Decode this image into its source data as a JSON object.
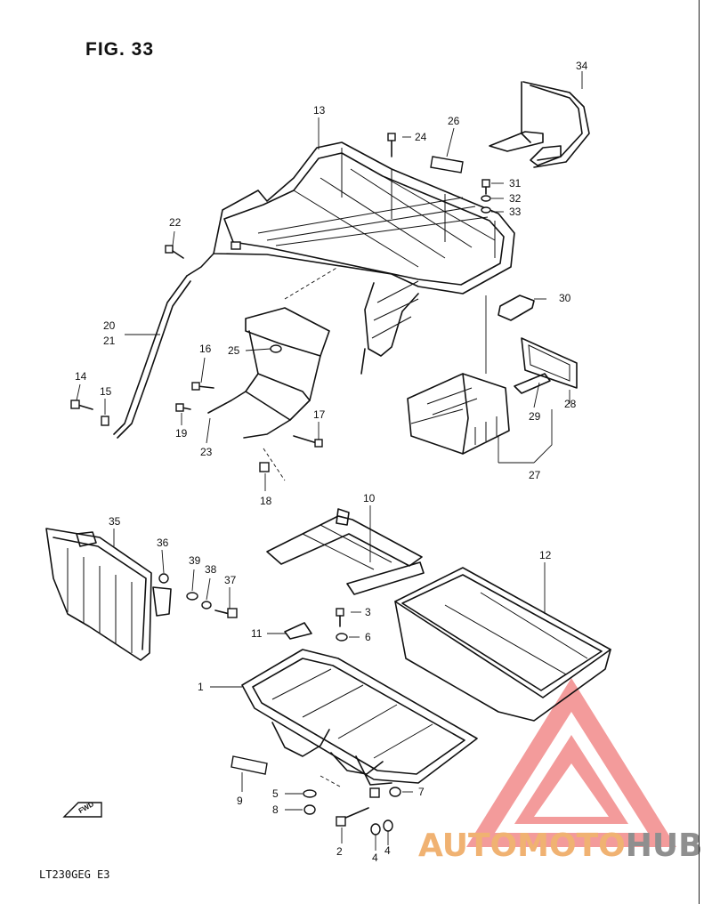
{
  "figure": {
    "title": "FIG. 33",
    "code": "LT230GEG  E3",
    "fwd_label": "FWD"
  },
  "callouts": {
    "c1": "1",
    "c2": "2",
    "c3": "3",
    "c4a": "4",
    "c4b": "4",
    "c5": "5",
    "c6": "6",
    "c7": "7",
    "c8": "8",
    "c9": "9",
    "c10": "10",
    "c11": "11",
    "c12": "12",
    "c13": "13",
    "c14": "14",
    "c15": "15",
    "c16": "16",
    "c17": "17",
    "c18": "18",
    "c19": "19",
    "c20": "20",
    "c21": "21",
    "c22": "22",
    "c23": "23",
    "c24": "24",
    "c25": "25",
    "c26": "26",
    "c27": "27",
    "c28": "28",
    "c29": "29",
    "c30": "30",
    "c31": "31",
    "c32": "32",
    "c33": "33",
    "c34": "34",
    "c35": "35",
    "c36": "36",
    "c37": "37",
    "c38": "38",
    "c39": "39"
  },
  "watermark": {
    "text_accent": "AUTOMOTO",
    "text_gray": "HUB",
    "accent_color": "#f0b272",
    "logo_color": "#f28a8a",
    "gray_color": "#8f8f8f"
  }
}
